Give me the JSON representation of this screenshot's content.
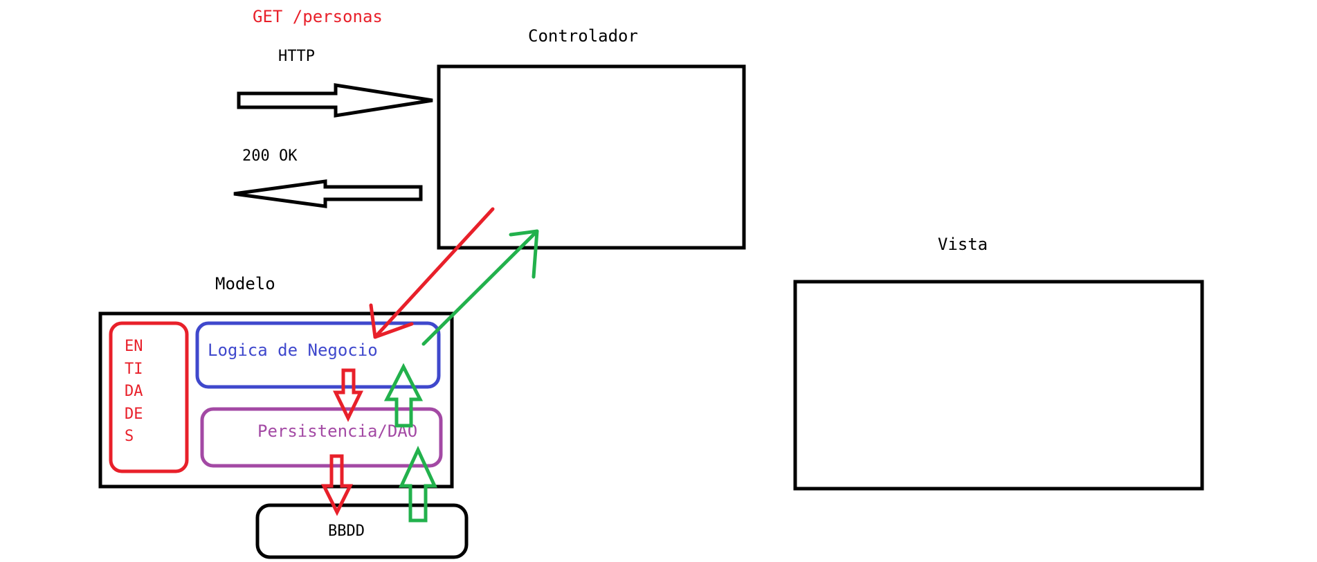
{
  "request": {
    "label": "GET /personas",
    "protocol": "HTTP"
  },
  "response": {
    "label": "200 OK"
  },
  "controller": {
    "title": "Controlador"
  },
  "view": {
    "title": "Vista"
  },
  "model": {
    "title": "Modelo",
    "entities": {
      "lines": [
        "EN",
        "TI",
        "DA",
        "DE",
        "S"
      ]
    },
    "business_logic": {
      "label": "Logica de Negocio"
    },
    "persistence": {
      "label": "Persistencia/DAO"
    }
  },
  "database": {
    "label": "BBDD"
  },
  "colors": {
    "black": "#000000",
    "red": "#e8202a",
    "green": "#22b14c",
    "blue": "#3f48cc",
    "purple": "#a349a4"
  }
}
